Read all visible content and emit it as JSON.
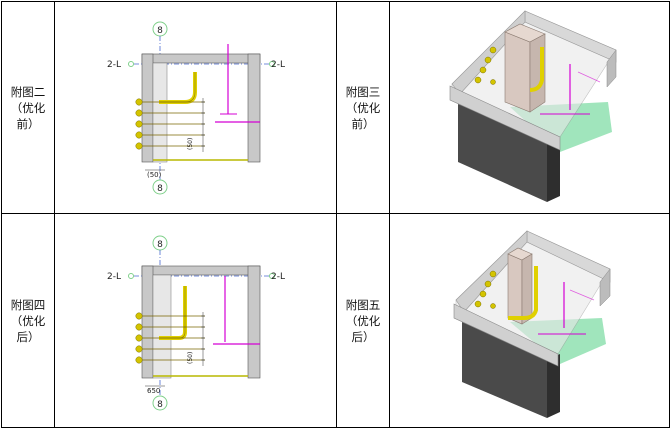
{
  "rows": [
    {
      "left_label": [
        "附图二",
        "（优化",
        "前）"
      ],
      "right_label": [
        "附图三",
        "（优化",
        "前）"
      ],
      "plan": {
        "axis_label": "8",
        "left_axis": "2-L",
        "right_axis": "2-L",
        "dim_bottom": "(50)",
        "dim_side": "(50)"
      }
    },
    {
      "left_label": [
        "附图四",
        "（优化",
        "后）"
      ],
      "right_label": [
        "附图五",
        "（优化",
        "后）"
      ],
      "plan": {
        "axis_label": "8",
        "left_axis": "2-L",
        "right_axis": "2-L",
        "dim_bottom": "650",
        "dim_side": "(50)"
      }
    }
  ]
}
